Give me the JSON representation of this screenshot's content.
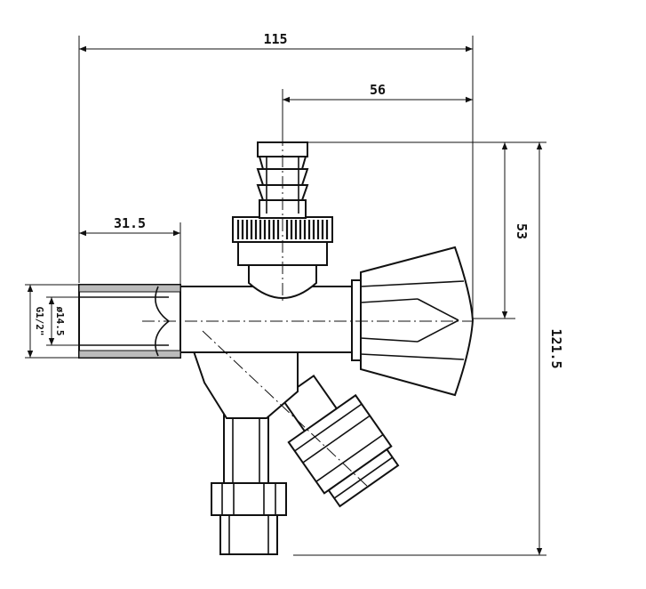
{
  "drawing": {
    "type": "technical-drawing",
    "subject": "angle valve with hose connector and filter",
    "dimensions": {
      "overall_width": "115",
      "outlet_offset": "56",
      "inlet_length": "31.5",
      "outlet_height": "53",
      "overall_height": "121.5",
      "thread": "G1/2\"",
      "bore": "ø14.5"
    }
  }
}
